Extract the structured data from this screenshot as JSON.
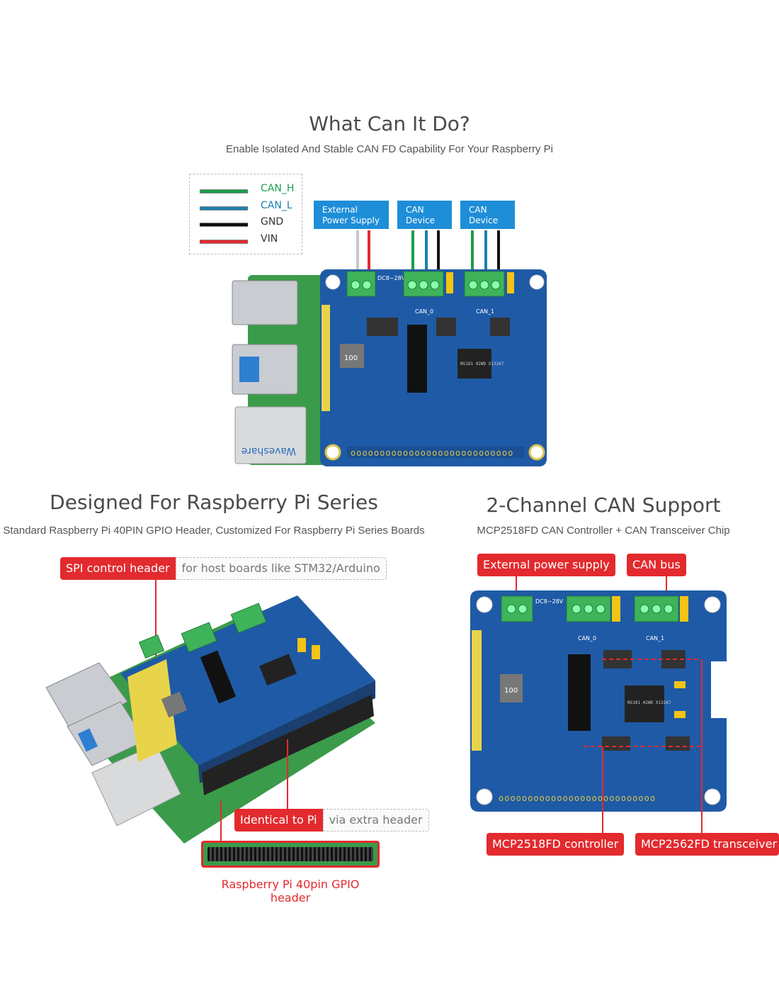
{
  "header": {
    "title": "What Can It Do?",
    "subtitle": "Enable Isolated And Stable CAN FD Capability For Your Raspberry Pi"
  },
  "wire_legend": [
    {
      "label": "CAN_H",
      "color": "#1b9e4b",
      "label_color": "#1b9e4b"
    },
    {
      "label": "CAN_L",
      "color": "#1b7fb0",
      "label_color": "#1b7fb0"
    },
    {
      "label": "GND",
      "color": "#111111",
      "label_color": "#333333"
    },
    {
      "label": "VIN",
      "color": "#e32a2e",
      "label_color": "#333333"
    }
  ],
  "top_tags": [
    {
      "line1": "External",
      "line2": "Power Supply"
    },
    {
      "line1": "CAN",
      "line2": "Device"
    },
    {
      "line1": "CAN",
      "line2": "Device"
    }
  ],
  "board_text": {
    "brand": "Waveshare",
    "terminal_power": "DC8~28V",
    "can0": "CAN_0",
    "can1": "CAN_1",
    "chip": "NS181 42WD X132A7",
    "inductor": "100"
  },
  "left_section": {
    "title": "Designed For Raspberry Pi Series",
    "subtitle": "Standard Raspberry Pi 40PIN GPIO Header, Customized For Raspberry Pi Series Boards",
    "spi_tag": "SPI control header",
    "spi_note": "for host boards like STM32/Arduino",
    "identical_tag": "Identical to Pi",
    "identical_note": "via extra header",
    "gpio_caption": "Raspberry Pi 40pin GPIO header"
  },
  "right_section": {
    "title": "2-Channel CAN Support",
    "subtitle": "MCP2518FD CAN Controller + CAN Transceiver Chip",
    "ext_power_tag": "External power supply",
    "can_bus_tag": "CAN bus",
    "controller_tag": "MCP2518FD controller",
    "transceiver_tag": "MCP2562FD transceiver"
  },
  "colors": {
    "pcb_blue": "#1f5aa6",
    "pcb_green": "#3a9b4a",
    "accent_red": "#e32a2e",
    "tag_blue": "#1e8ed8"
  }
}
